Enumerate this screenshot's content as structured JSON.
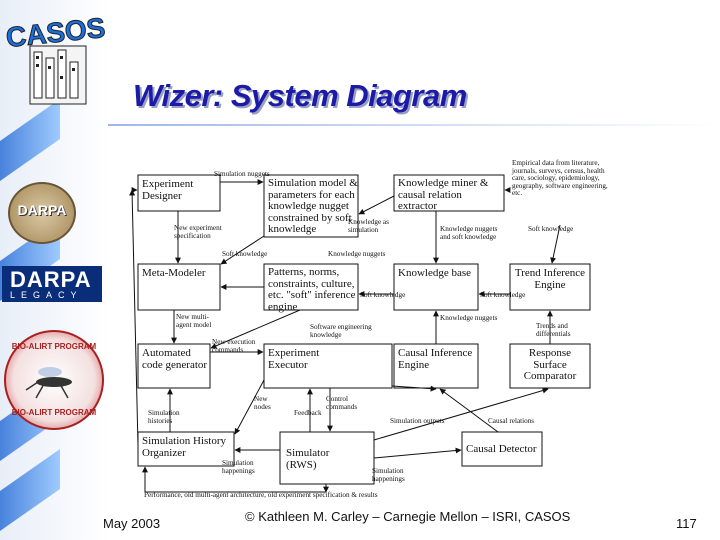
{
  "slide": {
    "title": "Wizer: System Diagram",
    "footer_date": "May 2003",
    "footer_credit": "© Kathleen M. Carley – Carnegie Mellon – ISRI, CASOS",
    "page_number": "117"
  },
  "logos": {
    "darpa_round": "DARPA",
    "darpa_legacy_big": "DARPA",
    "darpa_legacy_small": "LEGACY",
    "bioalirt_top": "BIO-ALIRT PROGRAM",
    "bioalirt_bottom": "BIO-ALIRT PROGRAM"
  },
  "nodes": {
    "experiment_designer": "Experiment Designer",
    "simulation_model": "Simulation model & parameters for each knowledge nugget constrained by soft knowledge",
    "knowledge_miner": "Knowledge miner & causal relation extractor",
    "empirical_data": "Empirical data from literature, journals, surveys, census, health care, sociology, epidemiology, geography, software engineering, etc.",
    "meta_modeler": "Meta-Modeler",
    "patterns_engine": "Patterns, norms, constraints, culture, etc. \"soft\" inference engine",
    "knowledge_base": "Knowledge base",
    "trend_inference": "Trend Inference Engine",
    "automated_generator": "Automated code generator",
    "experiment_executor": "Experiment Executor",
    "causal_inference": "Causal Inference Engine",
    "response_surface": "Response Surface Comparator",
    "simulation_history_organizer": "Simulation History Organizer",
    "simulator": "Simulator (RWS)",
    "causal_detector": "Causal Detector"
  },
  "edge_labels": {
    "simulation_nuggets": "Simulation nuggets",
    "knowledge_as_simulation": "Knowledge as simulation",
    "new_experiment_spec": "New experiment specification",
    "soft_knowledge_1": "Soft knowledge",
    "knowledge_nuggets_1": "Knowledge nuggets",
    "knowledge_nuggets_soft": "Knowledge nuggets and soft knowledge",
    "soft_knowledge_2": "Soft knowledge",
    "soft_knowledge_3": "Soft knowledge",
    "soft_knowledge_4": "Soft knowledge",
    "new_multi_agent_model": "New multi-agent model",
    "software_engineering_knowledge": "Software engineering knowledge",
    "knowledge_nuggets_2": "Knowledge nuggets",
    "trends_differentials": "Trends and differentials",
    "new_execution_commands": "New execution commands",
    "new_nodes": "New nodes",
    "control_commands": "Control commands",
    "feedback": "Feedback",
    "simulation_histories": "Simulation histories",
    "simulation_outputs": "Simulation outputs",
    "causal_relations": "Causal relations",
    "simulation_happenings_1": "Simulation happenings",
    "simulation_happenings_2": "Simulation happenings",
    "performance_note": "Performance, old multi-agent architecture, old experiment specification & results"
  }
}
